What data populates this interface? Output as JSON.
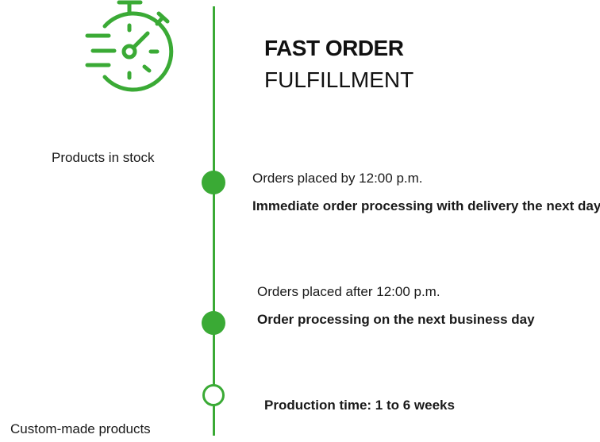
{
  "header": {
    "title_bold": "FAST ORDER",
    "title_regular": "FULFILLMENT",
    "icon": "stopwatch-fast-icon"
  },
  "accent_color": "#3aaa35",
  "labels": {
    "in_stock": "Products in stock",
    "custom": "Custom-made products"
  },
  "timeline": [
    {
      "heading": "Orders placed by 12:00 p.m.",
      "detail": "Immediate order processing with delivery the next day",
      "marker": "filled"
    },
    {
      "heading": "Orders placed after 12:00 p.m.",
      "detail": "Order processing on the next business day",
      "marker": "filled"
    },
    {
      "detail": "Production time: 1 to 6 weeks",
      "marker": "hollow"
    }
  ]
}
